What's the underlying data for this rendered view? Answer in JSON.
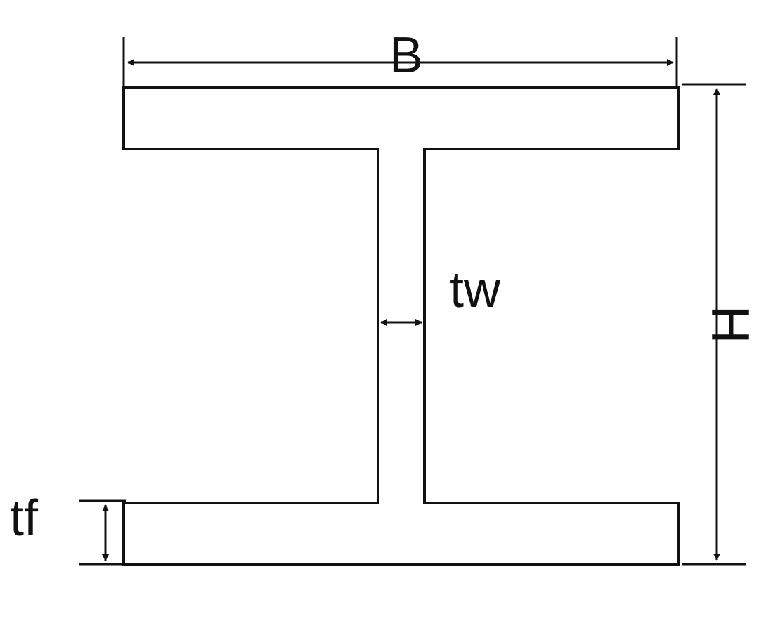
{
  "diagram": {
    "title": "",
    "labels": {
      "flange_width": "B",
      "overall_height": "H",
      "web_thickness": "tw",
      "flange_thickness": "tf"
    },
    "colors": {
      "stroke": "#111111",
      "background": "#ffffff"
    }
  }
}
